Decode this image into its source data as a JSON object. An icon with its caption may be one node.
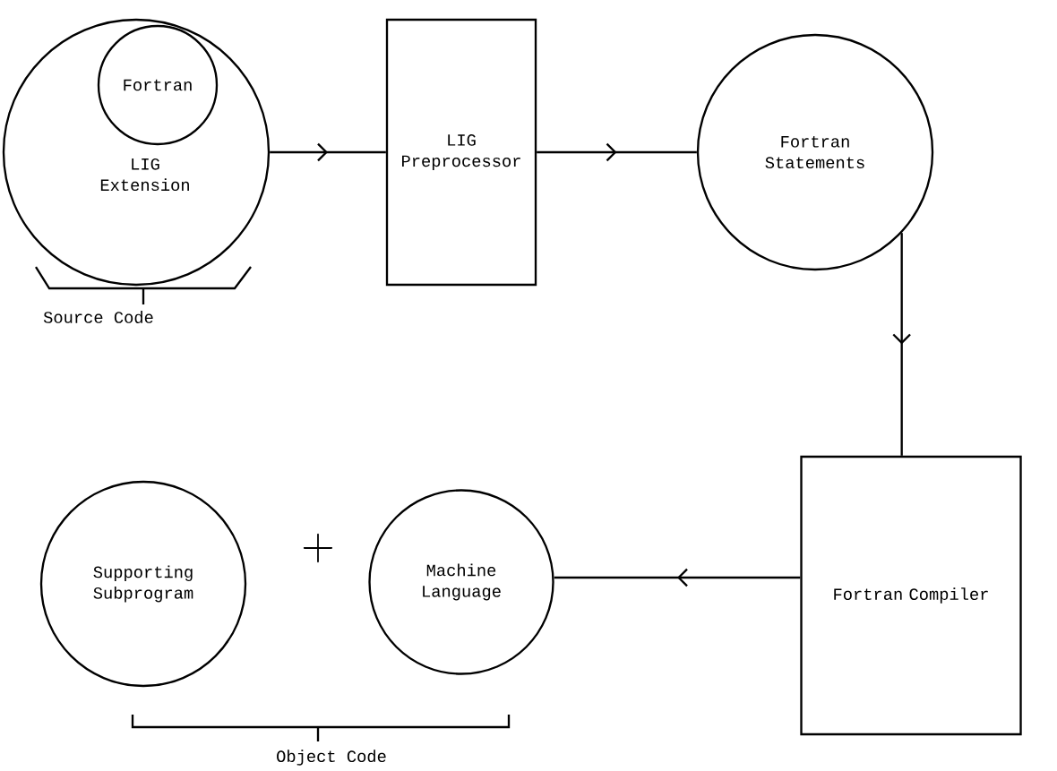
{
  "diagram": {
    "nodes": [
      {
        "text": [
          "LIG Extension"
        ]
      },
      {
        "text": [
          "Fortran"
        ],
        "in": 0
      },
      {
        "text": [
          "LIG Preprocessor"
        ]
      },
      {
        "text": [
          "Fortran Statements"
        ]
      },
      {
        "text": [
          "Fortran Compiler"
        ]
      },
      {
        "text": [
          "Supporting Subprogram"
        ]
      },
      {
        "text": [
          "Machine Language"
        ]
      }
    ],
    "edges": [
      {
        "from": 0,
        "to": 2,
        "arrow": "to"
      },
      {
        "from": 2,
        "to": 3,
        "arrow": "to"
      },
      {
        "from": 3,
        "to": 4,
        "arrow": "to"
      },
      {
        "from": 4,
        "to": 6,
        "arrow": "to"
      }
    ],
    "labels": [
      "Source Code",
      "+",
      "Object Code"
    ]
  }
}
